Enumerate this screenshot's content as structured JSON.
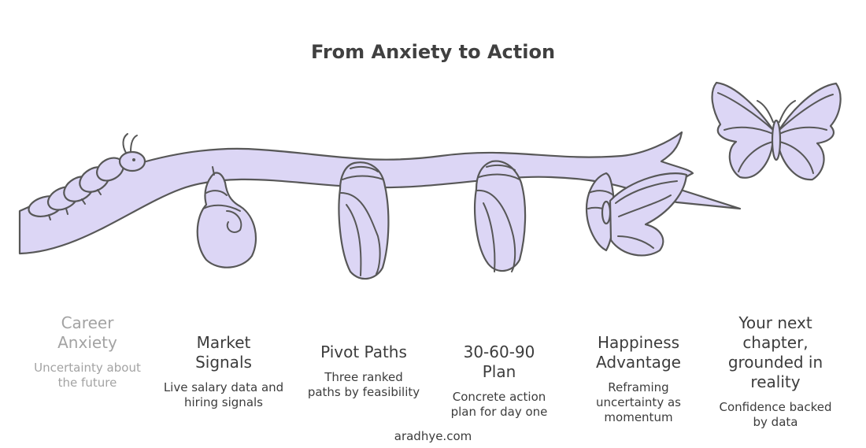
{
  "title": "From Anxiety to Action",
  "stages": [
    {
      "heading": "Career Anxiety",
      "description": "Uncertainty about the future"
    },
    {
      "heading": "Market Signals",
      "description": "Live salary data and hiring signals"
    },
    {
      "heading": "Pivot Paths",
      "description": "Three ranked paths by feasibility"
    },
    {
      "heading": "30-60-90 Plan",
      "description": "Concrete action plan for day one"
    },
    {
      "heading": "Happiness Advantage",
      "description": "Reframing uncertainty as momentum"
    },
    {
      "heading": "Your next chapter, grounded in reality",
      "description": "Confidence backed by data"
    }
  ],
  "footer": "aradhye.com",
  "colors": {
    "fill": "#dcd6f5",
    "stroke": "#575757",
    "faded_text": "#a3a3a3"
  }
}
